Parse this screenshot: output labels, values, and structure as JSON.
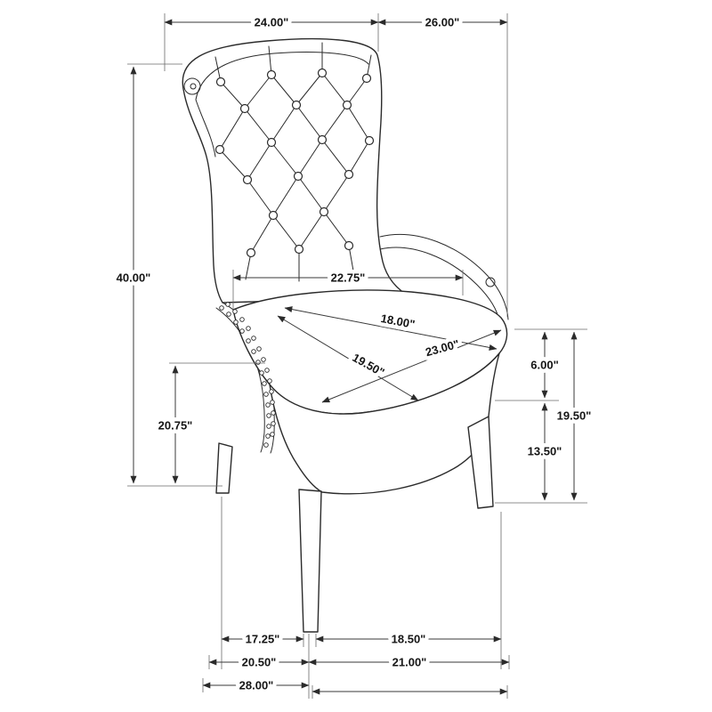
{
  "figure": {
    "type": "product dimension diagram",
    "subject": "tufted wingback upholstered side chair"
  },
  "dimensions": {
    "top_left_span": "24.00\"",
    "top_right_span": "26.00\"",
    "overall_height": "40.00\"",
    "arm_front_height": "20.75\"",
    "back_width": "22.75\"",
    "seat_diag_a": "18.00\"",
    "seat_diag_b": "23.00\"",
    "seat_diag_c": "19.50\"",
    "right_upper_segment": "6.00\"",
    "right_lower_segment": "13.50\"",
    "right_total": "19.50\"",
    "bottom_row1_left": "17.25\"",
    "bottom_row1_right": "18.50\"",
    "bottom_row2_left": "20.50\"",
    "bottom_row2_right": "21.00\"",
    "bottom_row3": "28.00\""
  }
}
